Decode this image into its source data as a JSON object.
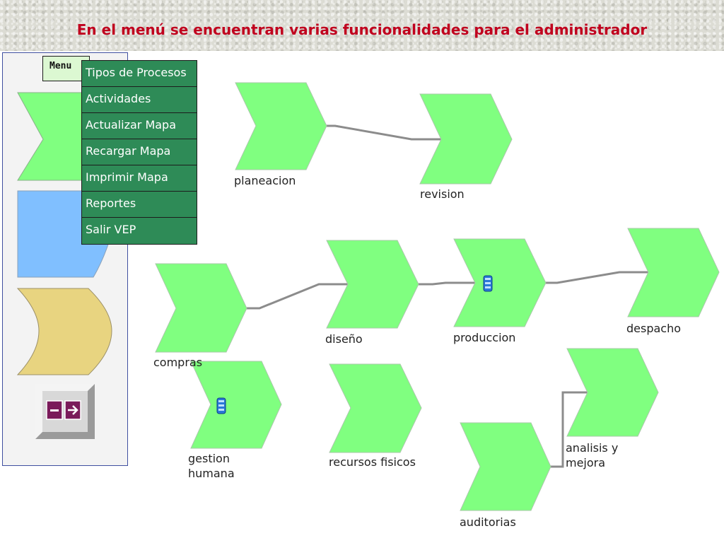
{
  "header": {
    "title": "En el menú se encuentran varias funcionalidades para el administrador"
  },
  "toolbox": {
    "menu_label": "Menu",
    "menu_items": [
      "Tipos de Procesos",
      "Actividades",
      "Actualizar Mapa",
      "Recargar Mapa",
      "Imprimir Mapa",
      "Reportes",
      "Salir VEP"
    ],
    "shape_icons": [
      "process-shape-icon",
      "document-shape-icon",
      "storage-shape-icon",
      "exit-icon"
    ]
  },
  "process_map": {
    "processes": {
      "planeacion": "planeacion",
      "revision": "revision",
      "compras": "compras",
      "diseno": "diseño",
      "produccion": "produccion",
      "despacho": "despacho",
      "gestion_humana": "gestion humana",
      "recursos_fisicos": "recursos fisicos",
      "auditorias": "auditorias",
      "analisis_mejora": "analisis y mejora"
    }
  },
  "colors": {
    "title": "#c0001e",
    "process_fill": "#80ff80",
    "menu_bg": "#2e8b57",
    "menu_button_bg": "#dcf8d2",
    "document_shape": "#80bfff",
    "storage_shape": "#e8d480",
    "panel_border": "#3f4fa0",
    "connector": "#8c8c8c"
  }
}
